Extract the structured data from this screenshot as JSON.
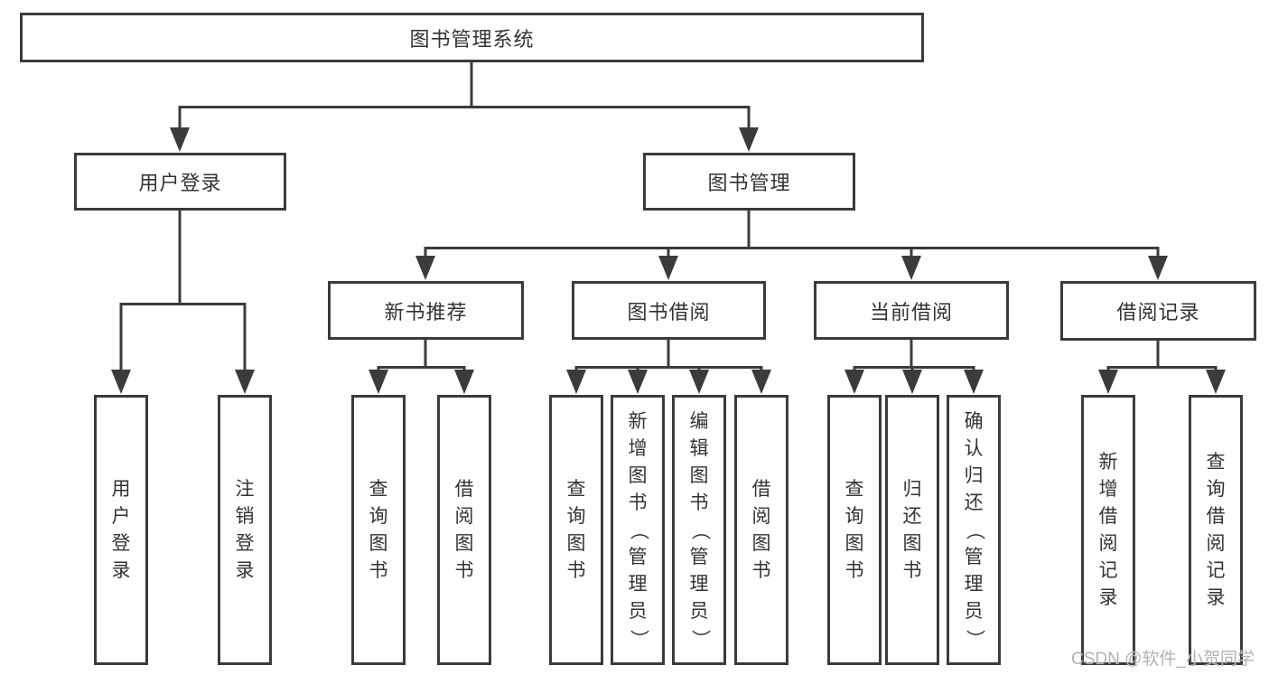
{
  "diagram": {
    "root": {
      "label": "图书管理系统"
    },
    "branches": [
      {
        "label": "用户登录",
        "leaves": [
          "用户登录",
          "注销登录"
        ]
      },
      {
        "label": "图书管理",
        "groups": [
          {
            "label": "新书推荐",
            "leaves": [
              "查询图书",
              "借阅图书"
            ]
          },
          {
            "label": "图书借阅",
            "leaves": [
              "查询图书",
              "新增图书（管理员）",
              "编辑图书（管理员）",
              "借阅图书"
            ]
          },
          {
            "label": "当前借阅",
            "leaves": [
              "查询图书",
              "归还图书",
              "确认归还（管理员）"
            ]
          },
          {
            "label": "借阅记录",
            "leaves": [
              "新增借阅记录",
              "查询借阅记录"
            ]
          }
        ]
      }
    ]
  },
  "watermark": "CSDN @软件_小贺同学",
  "colors": {
    "line": "#3b3b3b",
    "text": "#333333",
    "watermark": "#b2b2b2",
    "background": "#ffffff"
  }
}
